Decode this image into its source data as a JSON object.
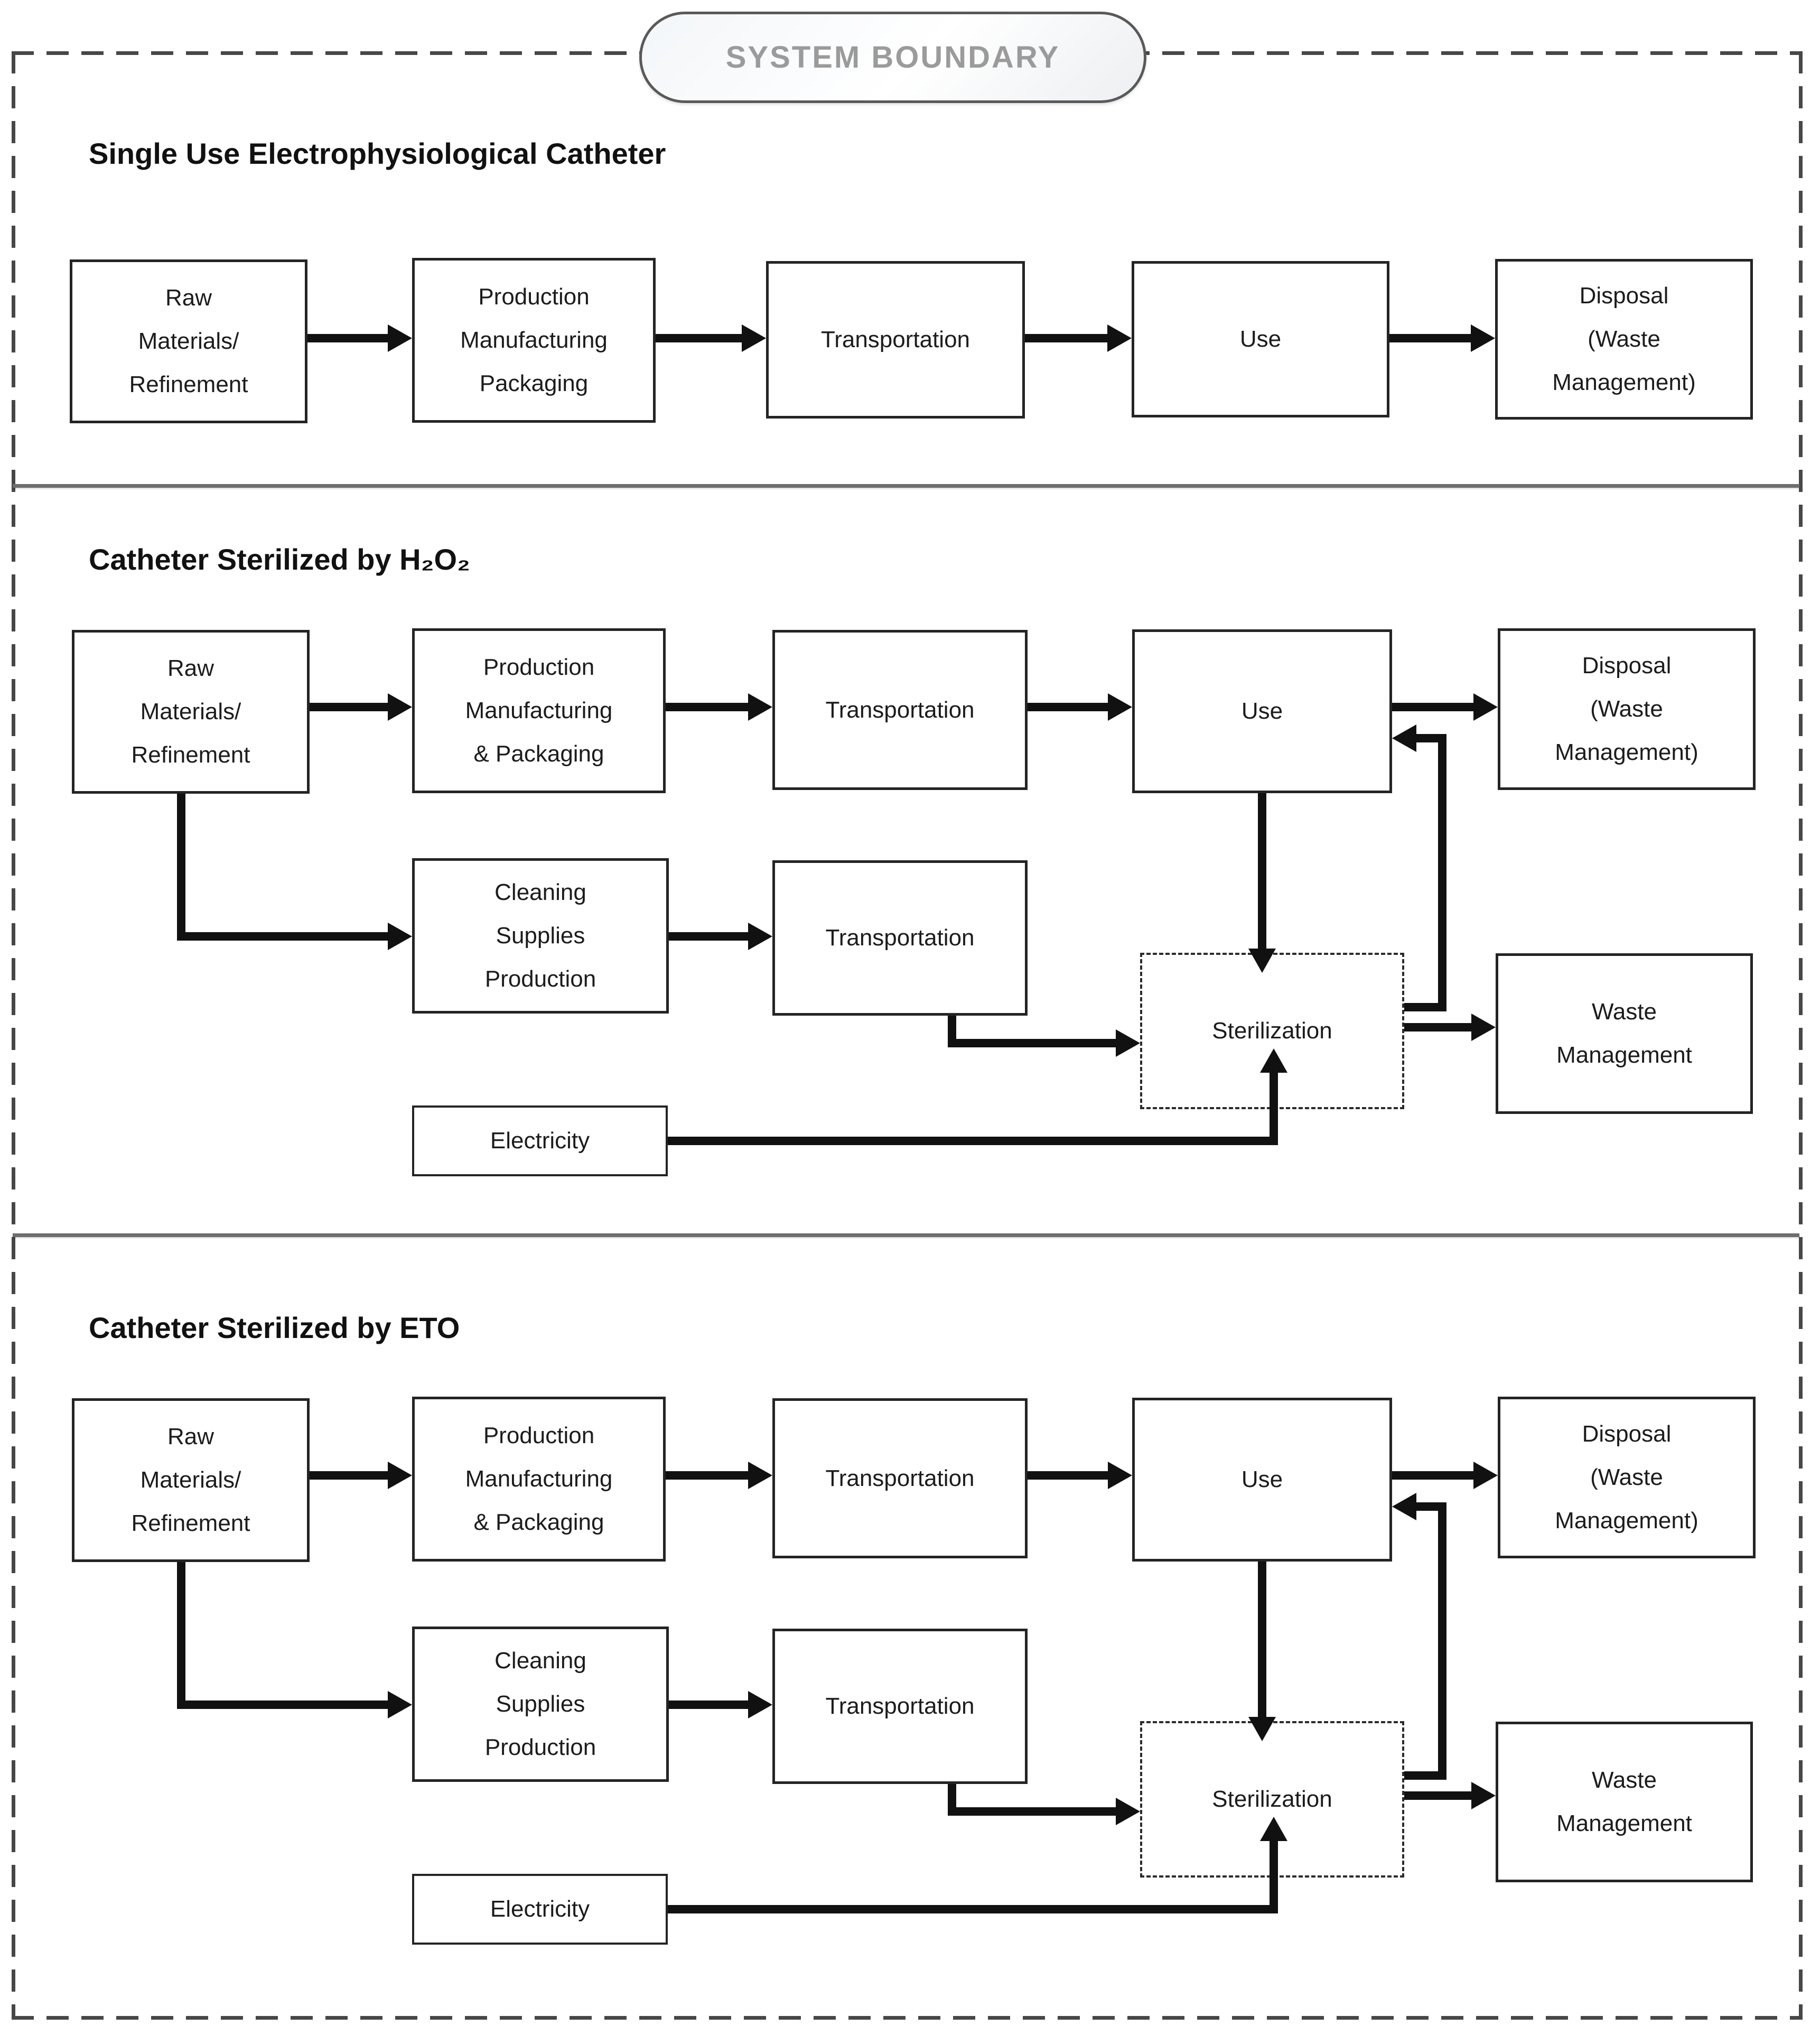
{
  "boundary": {
    "label": "SYSTEM BOUNDARY"
  },
  "colors": {
    "box_border": "#242424",
    "arrow": "#111111",
    "divider": "#6e6e6e",
    "boundary_dash": "#474747",
    "capsule_border": "#595959",
    "capsule_text": "#9b9b9b"
  },
  "panels": [
    {
      "title": "Single Use Electrophysiological Catheter",
      "boxes": {
        "raw": [
          "Raw",
          "Materials/",
          "Refinement"
        ],
        "production": [
          "Production",
          "Manufacturing",
          "Packaging"
        ],
        "transportation": [
          "Transportation"
        ],
        "use": [
          "Use"
        ],
        "disposal": [
          "Disposal",
          "(Waste",
          "Management)"
        ]
      }
    },
    {
      "title": "Catheter Sterilized by H₂O₂",
      "boxes": {
        "raw": [
          "Raw",
          "Materials/",
          "Refinement"
        ],
        "production": [
          "Production",
          "Manufacturing",
          "& Packaging"
        ],
        "transportation": [
          "Transportation"
        ],
        "use": [
          "Use"
        ],
        "disposal": [
          "Disposal",
          "(Waste",
          "Management)"
        ],
        "cleaning": [
          "Cleaning",
          "Supplies",
          "Production"
        ],
        "transportation2": [
          "Transportation"
        ],
        "sterilization": [
          "Sterilization"
        ],
        "waste": [
          "Waste",
          "Management"
        ],
        "electricity": [
          "Electricity"
        ]
      }
    },
    {
      "title": "Catheter Sterilized by ETO",
      "boxes": {
        "raw": [
          "Raw",
          "Materials/",
          "Refinement"
        ],
        "production": [
          "Production",
          "Manufacturing",
          "& Packaging"
        ],
        "transportation": [
          "Transportation"
        ],
        "use": [
          "Use"
        ],
        "disposal": [
          "Disposal",
          "(Waste",
          "Management)"
        ],
        "cleaning": [
          "Cleaning",
          "Supplies",
          "Production"
        ],
        "transportation2": [
          "Transportation"
        ],
        "sterilization": [
          "Sterilization"
        ],
        "waste": [
          "Waste",
          "Management"
        ],
        "electricity": [
          "Electricity"
        ]
      }
    }
  ]
}
